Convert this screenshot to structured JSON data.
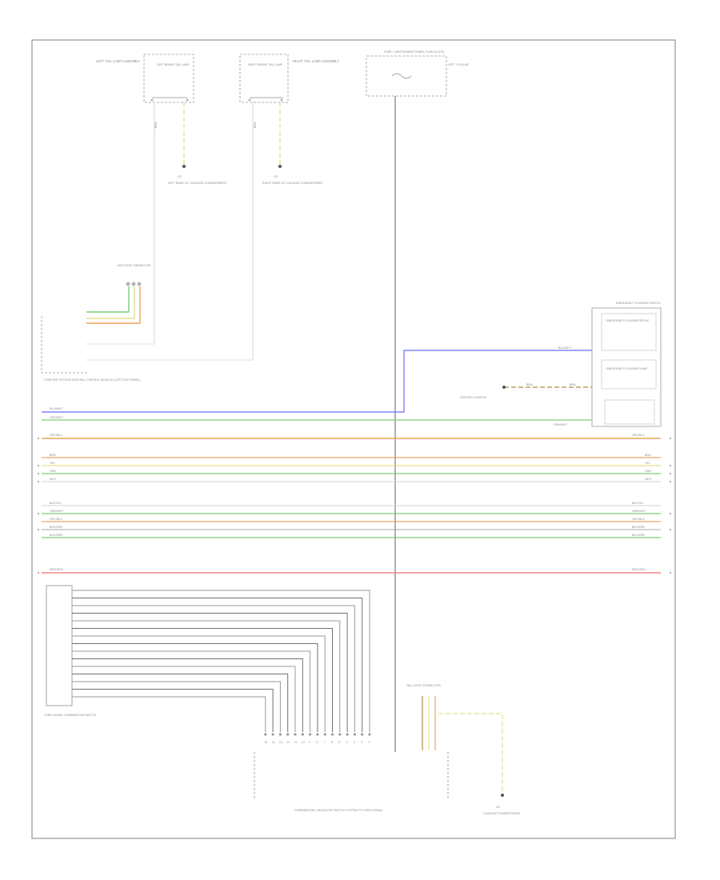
{
  "diagram": {
    "page_number": "",
    "components": {
      "left_tail_lamp": "LEFT TAIL LAMP ASSEMBLY",
      "left_brake_tail_lamp": "LEFT BRAKE TAIL LAMP",
      "right_brake_tail_lamp": "RIGHT BRAKE TAIL LAMP",
      "right_tail_lamp": "RIGHT TAIL LAMP ASSEMBLY",
      "left_c_pillar": "LEFT C-PILLAR",
      "fuse": "FUSE 1 (INSTRUMENT PANEL FUSE BLOCK)",
      "ground_left": "LEFT REAR OF LUGGAGE COMPARTMENT",
      "ground_right": "RIGHT REAR OF LUGGAGE COMPARTMENT",
      "junction_connector": "JUNCTION CONNECTOR",
      "comfort_system": "COMFORT SYSTEM CENTRAL CONTROL MODULE (LEFT KICK PANEL)",
      "emergency_flasher": "EMERGENCY FLASHER SWITCH",
      "emergency_flasher_relay": "EMERGENCY FLASHER RELAY",
      "emergency_flasher_lamp": "EMERGENCY FLASHER LAMP",
      "ground_lower": "LUGGAGE COMPARTMENT",
      "ground_center": "CENTER CONSOLE",
      "turn_signal": "TURN SIGNAL COMBINATION SWITCH",
      "tail_light_connector": "TAIL LIGHT CONNECTOR",
      "bottom_note": "COMBINATION / HEADLIGHT SWITCH SYSTEM TO TURN SIGNAL"
    },
    "left_ground_id": "G2",
    "right_ground_id": "G3",
    "lower_ground_id": "G4",
    "wires_top": [
      "BLU/WHT",
      "GRN/WHT"
    ],
    "wires_mid": [
      "GRY/BLU",
      "BRN",
      "YEL",
      "GRN",
      "WHT"
    ],
    "wires_lower": [
      "BLK/YEL",
      "GRN/WHT",
      "GRY/BLU",
      "BLK/GRN",
      "BLK/GRN"
    ],
    "wires_red": [
      "RED/GRN"
    ],
    "wires_right_flasher": [
      "BRN",
      "BRN",
      "BLU/WHT",
      "GRN/WHT"
    ],
    "connector_pins": [
      "1",
      "2",
      "3",
      "4",
      "5",
      "6",
      "7",
      "8",
      "9",
      "10",
      "11",
      "12",
      "13",
      "14",
      "15"
    ],
    "ground_brown_1": "BRN",
    "ground_brown_2": "BRN"
  },
  "colors": {
    "blue": "#6b6bff",
    "green": "#7ccd7c",
    "orange": "#f2a45a",
    "yellow": "#e7df8f",
    "white": "#dcdcdc",
    "gray": "#b9b9b9",
    "red": "#ef6f6f",
    "brown": "#b08b4a",
    "black": "#444444"
  }
}
